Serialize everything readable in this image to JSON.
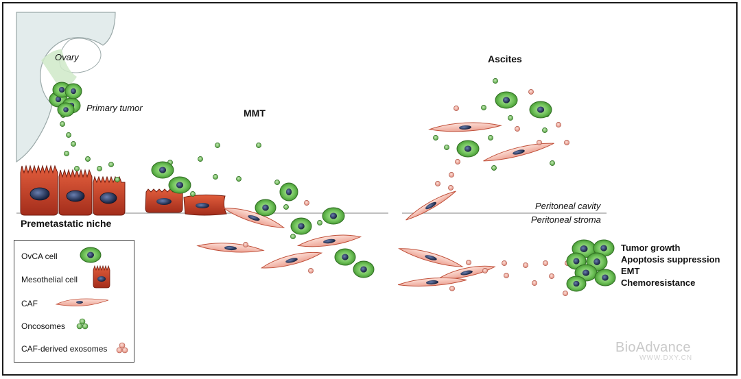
{
  "labels": {
    "ovary": "Ovary",
    "primary_tumor": "Primary tumor",
    "mmt": "MMT",
    "ascites": "Ascites",
    "premetastatic_niche": "Premetastatic niche",
    "peritoneal_cavity": "Peritoneal cavity",
    "peritoneal_stroma": "Peritoneal stroma"
  },
  "legend": [
    {
      "label": "OvCA cell",
      "icon": "ovca-cell-icon"
    },
    {
      "label": "Mesothelial cell",
      "icon": "mesothelial-cell-icon"
    },
    {
      "label": "CAF",
      "icon": "caf-icon"
    },
    {
      "label": "Oncosomes",
      "icon": "oncosomes-icon"
    },
    {
      "label": "CAF-derived exosomes",
      "icon": "caf-exosomes-icon"
    }
  ],
  "outcomes": [
    "Tumor growth",
    "Apoptosis suppression",
    "EMT",
    "Chemoresistance"
  ],
  "watermark": {
    "brand": "BioAdvance",
    "url": "WWW.DXY.CN"
  },
  "colors": {
    "ovca_fill": "#4ea83a",
    "ovca_inner": "#8fd07a",
    "nucleus": "#1c2a4a",
    "mesothelial": "#c0402a",
    "caf": "#efb2a6",
    "caf_stroke": "#c0503a",
    "exosome": "#efb4a8",
    "ovary_tissue": "#e3ecec"
  }
}
